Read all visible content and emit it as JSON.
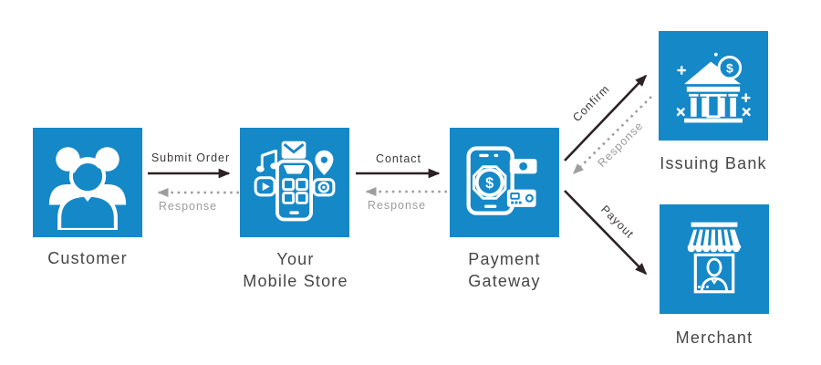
{
  "colors": {
    "accent": "#1588c8",
    "arrow_dark": "#2b2226",
    "arrow_gray": "#9e9e9e",
    "edge_label_dark": "#3d383b",
    "edge_label_gray": "#9b9b9b",
    "node_label": "#464646",
    "background": "#ffffff"
  },
  "icons": {
    "dollar_sign": "$"
  },
  "nodes": [
    {
      "id": "customer",
      "lines": [
        "Customer"
      ],
      "icon": "people-group-icon"
    },
    {
      "id": "mobile-store",
      "lines": [
        "Your",
        "Mobile Store"
      ],
      "icon": "mobile-apps-icon"
    },
    {
      "id": "payment-gateway",
      "lines": [
        "Payment",
        "Gateway"
      ],
      "icon": "phone-payment-icon"
    },
    {
      "id": "issuing-bank",
      "lines": [
        "Issuing Bank"
      ],
      "icon": "bank-icon"
    },
    {
      "id": "merchant",
      "lines": [
        "Merchant"
      ],
      "icon": "storefront-icon"
    }
  ],
  "edges": [
    {
      "from": "customer",
      "to": "mobile-store",
      "label": "Submit Order",
      "style": "solid"
    },
    {
      "from": "mobile-store",
      "to": "customer",
      "label": "Response",
      "style": "dotted"
    },
    {
      "from": "mobile-store",
      "to": "payment-gateway",
      "label": "Contact",
      "style": "solid"
    },
    {
      "from": "payment-gateway",
      "to": "mobile-store",
      "label": "Response",
      "style": "dotted"
    },
    {
      "from": "payment-gateway",
      "to": "issuing-bank",
      "label": "Confirm",
      "style": "solid"
    },
    {
      "from": "issuing-bank",
      "to": "payment-gateway",
      "label": "Response",
      "style": "dotted"
    },
    {
      "from": "payment-gateway",
      "to": "merchant",
      "label": "Payout",
      "style": "solid"
    }
  ]
}
